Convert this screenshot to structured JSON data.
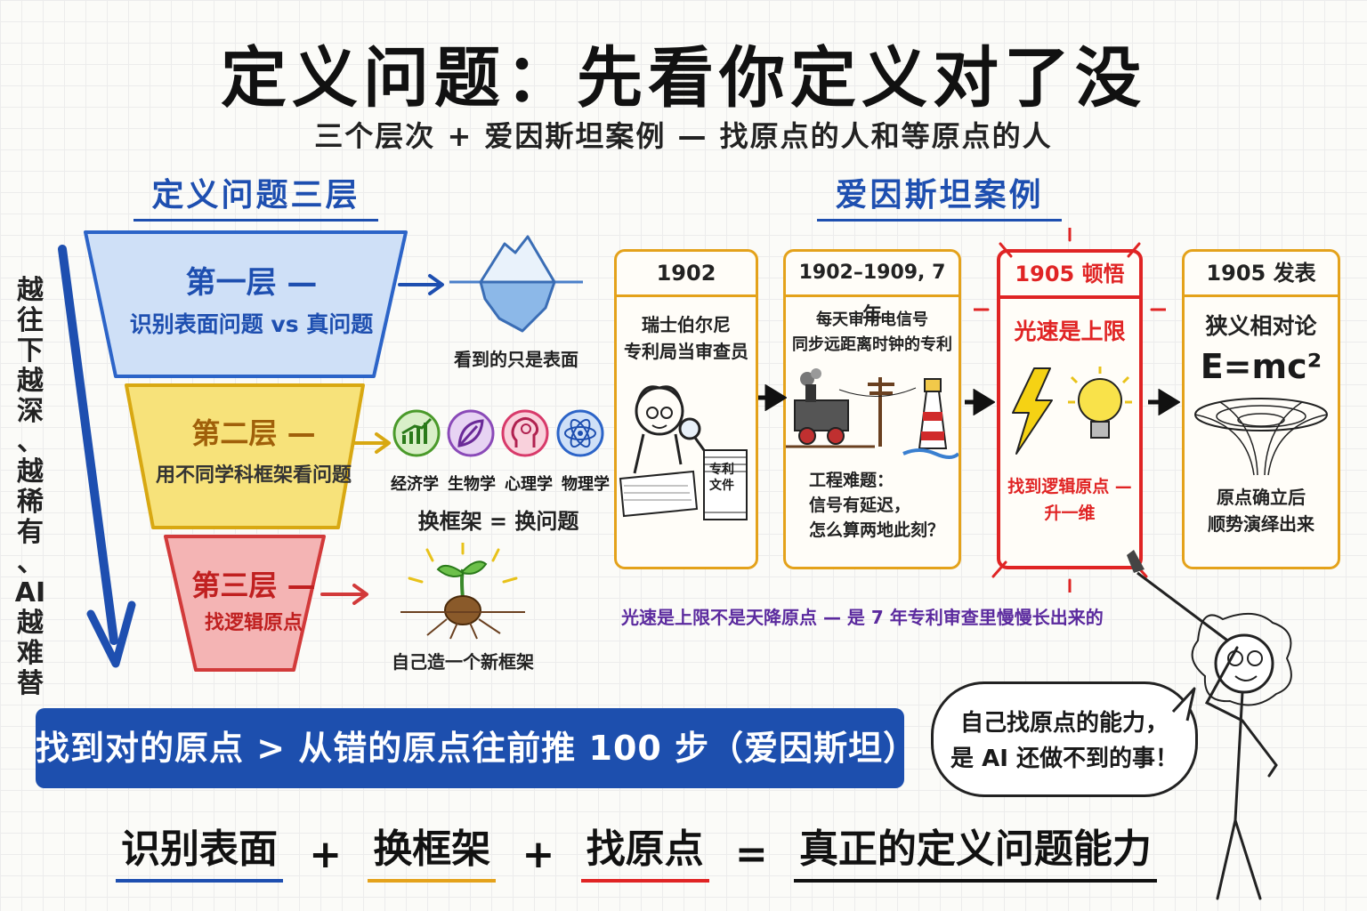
{
  "title": "定义问题：先看你定义对了没",
  "subtitle": "三个层次 + 爱因斯坦案例 — 找原点的人和等原点的人",
  "left_section": {
    "heading": "定义问题三层",
    "side_note": [
      "越",
      "往",
      "下",
      "越",
      "深",
      "、",
      "越",
      "稀",
      "有",
      "、",
      "AI",
      "越",
      "难",
      "替"
    ],
    "layers": [
      {
        "title": "第一层 —",
        "desc": "识别表面问题 vs 真问题",
        "caption": "看到的只是表面"
      },
      {
        "title": "第二层 —",
        "desc": "用不同学科框架看问题",
        "caption": "换框架 = 换问题",
        "disciplines": [
          "经济学",
          "生物学",
          "心理学",
          "物理学"
        ]
      },
      {
        "title": "第三层 —",
        "desc": "找逻辑原点",
        "caption": "自己造一个新框架"
      }
    ]
  },
  "right_section": {
    "heading": "爱因斯坦案例",
    "cards": [
      {
        "head": "1902",
        "text": [
          "瑞士伯尔尼",
          "专利局当审查员"
        ],
        "doc_label": [
          "专利",
          "文件"
        ]
      },
      {
        "head": "1902–1909, 7 年",
        "text": [
          "每天审用电信号",
          "同步远距离时钟的专利"
        ],
        "bottom": [
          "工程难题：",
          "信号有延迟，",
          "怎么算两地此刻？"
        ]
      },
      {
        "head": "1905 顿悟",
        "text": [
          "光速是上限"
        ],
        "bottom": [
          "找到逻辑原点 —",
          "升一维"
        ]
      },
      {
        "head": "1905 发表",
        "text": [
          "狭义相对论"
        ],
        "formula": "E=mc²",
        "bottom": [
          "原点确立后",
          "顺势演绎出来"
        ]
      }
    ],
    "note": "光速是上限不是天降原点 — 是 7 年专利审查里慢慢长出来的"
  },
  "banner": "找到对的原点 > 从错的原点往前推 100 步（爱因斯坦）",
  "equation": {
    "terms": [
      "识别表面",
      "换框架",
      "找原点"
    ],
    "plus": "+",
    "equals": "=",
    "result": "真正的定义问题能力"
  },
  "speech_bubble": [
    "自己找原点的能力，",
    "是 AI 还做不到的事！"
  ],
  "colors": {
    "blue": "#1e4fb0",
    "layer1": "#cfe0f7",
    "layer2": "#f7e27a",
    "layer3": "#f4b4b4",
    "card_border": "#e4a21b",
    "highlight_red": "#e02424",
    "note_purple": "#5b2a9e"
  }
}
